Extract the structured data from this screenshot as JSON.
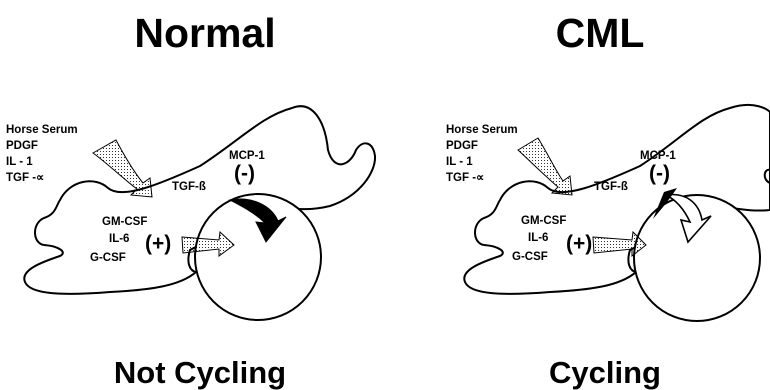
{
  "panels": [
    {
      "title": "Normal",
      "caption": "Not Cycling",
      "stimuli": [
        "Horse Serum",
        "PDGF",
        "IL - 1",
        "TGF -∝"
      ],
      "stroma_factors": [
        "GM-CSF",
        "IL-6",
        "G-CSF"
      ],
      "stimulatory_sign": "(+)",
      "inhibitory_sign": "(-)",
      "inhibitors": [
        "MCP-1",
        "TGF-ß"
      ],
      "inhibitory_arrow": "solid"
    },
    {
      "title": "CML",
      "caption": "Cycling",
      "stimuli": [
        "Horse Serum",
        "PDGF",
        "IL - 1",
        "TGF -∝"
      ],
      "stroma_factors": [
        "GM-CSF",
        "IL-6",
        "G-CSF"
      ],
      "stimulatory_sign": "(+)",
      "inhibitory_sign": "(-)",
      "inhibitors": [
        "MCP-1",
        "TGF-ß"
      ],
      "inhibitory_arrow": "hollow"
    }
  ],
  "colors": {
    "ink": "#000000",
    "background": "#ffffff"
  }
}
